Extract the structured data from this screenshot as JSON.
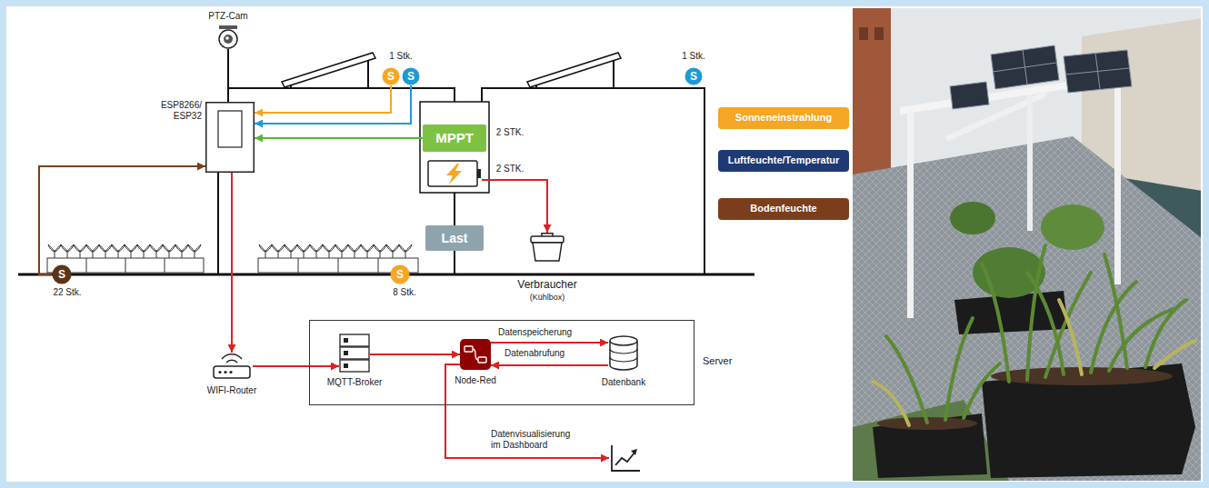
{
  "diagram": {
    "nodes": [
      {
        "text": [
          "ESP8266/ ESP32"
        ]
      },
      {
        "text": [
          "PTZ-Cam"
        ]
      },
      {
        "text": [
          "S"
        ]
      },
      {
        "text": [
          "S"
        ]
      },
      {
        "text": [
          "S"
        ]
      },
      {
        "text": [
          "MPPT"
        ]
      },
      {
        "text": []
      },
      {
        "text": [
          "Last"
        ]
      },
      {
        "text": [
          "Verbraucher",
          "(Kühlbox)"
        ]
      },
      {
        "text": [
          "S"
        ]
      },
      {
        "text": [
          "S"
        ]
      },
      {
        "text": [
          "WIFI-Router"
        ]
      },
      {
        "text": [
          "Server"
        ]
      },
      {
        "text": [
          "MQTT-Broker"
        ],
        "in": 12
      },
      {
        "text": [
          "Node-Red"
        ],
        "in": 12
      },
      {
        "text": [
          "Datenbank"
        ],
        "in": 12
      },
      {
        "text": []
      }
    ],
    "edges": [
      {
        "from": 2,
        "to": 0,
        "arrow": "to"
      },
      {
        "from": 3,
        "to": 0,
        "arrow": "to"
      },
      {
        "from": 5,
        "to": 0,
        "arrow": "to"
      },
      {
        "from": 9,
        "to": 0,
        "arrow": "to"
      },
      {
        "from": 1,
        "to": 0,
        "arrow": "none"
      },
      {
        "from": 6,
        "to": 8,
        "arrow": "to"
      },
      {
        "from": 0,
        "to": 11,
        "arrow": "to"
      },
      {
        "from": 11,
        "to": 13,
        "arrow": "to"
      },
      {
        "from": 13,
        "to": 14,
        "arrow": "to"
      },
      {
        "from": 14,
        "to": 15,
        "arrow": "to",
        "label": "Datenspeicherung"
      },
      {
        "from": 15,
        "to": 14,
        "arrow": "to",
        "label": "Datenabrufung"
      },
      {
        "from": 14,
        "to": 16,
        "arrow": "to",
        "label": "Datenvisualisierung im Dashboard"
      }
    ],
    "labels": [
      "1 Stk.",
      "1 Stk.",
      "2 STK.",
      "2 STK.",
      "22 Stk.",
      "8 Stk."
    ],
    "legend": [
      {
        "text": "Sonneneinstrahlung",
        "color": "#f5a623"
      },
      {
        "text": "Luftfeuchte/Temperatur",
        "color": "#1f3a73"
      },
      {
        "text": "Bodenfeuchte",
        "color": "#7a3e1d"
      }
    ]
  }
}
